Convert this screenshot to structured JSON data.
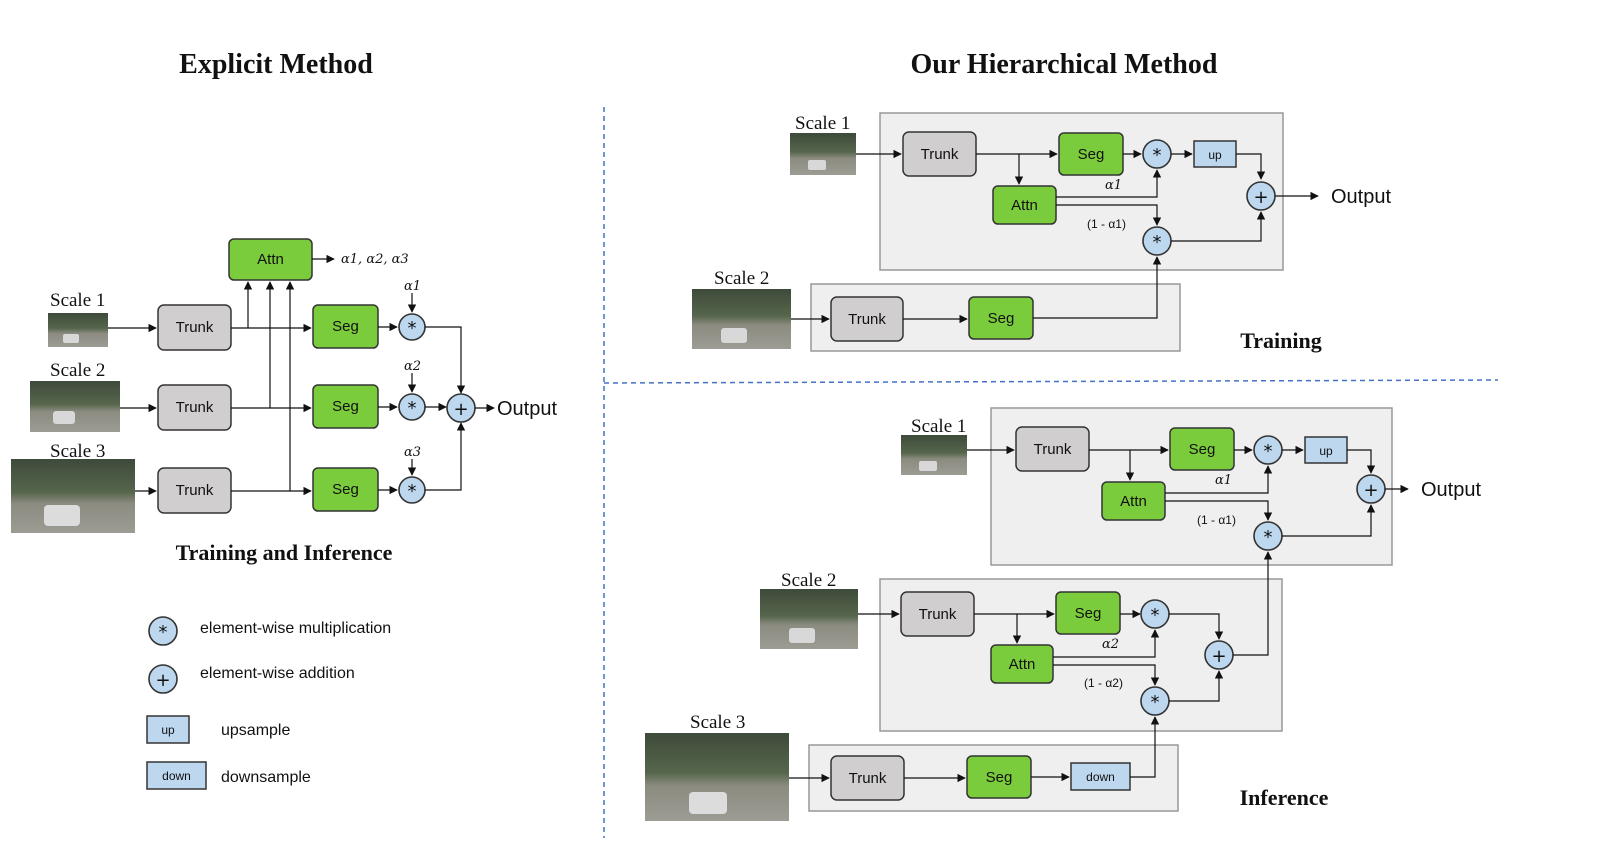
{
  "titles": {
    "explicit": "Explicit Method",
    "hierarchical": "Our Hierarchical Method"
  },
  "captions": {
    "train_infer": "Training and Inference",
    "training": "Training",
    "inference": "Inference"
  },
  "labels": {
    "scale1": "Scale 1",
    "scale2": "Scale 2",
    "scale3": "Scale 3",
    "trunk": "Trunk",
    "seg": "Seg",
    "attn": "Attn",
    "up": "up",
    "down": "down",
    "output": "Output",
    "mul_sym": "*",
    "add_sym": "+"
  },
  "alphas": {
    "all": "α1, α2, α3",
    "a1": "α1",
    "a2": "α2",
    "a3": "α3",
    "one_minus_a1": "(1 - α1)",
    "one_minus_a2": "(1 - α2)"
  },
  "legend": {
    "mul": "element-wise multiplication",
    "add": "element-wise addition",
    "up": "upsample",
    "down": "downsample"
  },
  "colors": {
    "trunk": "#d0cece",
    "seg_attn": "#7bcc3c",
    "operator": "#bcd7ee",
    "panel": "#efefef",
    "divider": "#4472c4"
  }
}
